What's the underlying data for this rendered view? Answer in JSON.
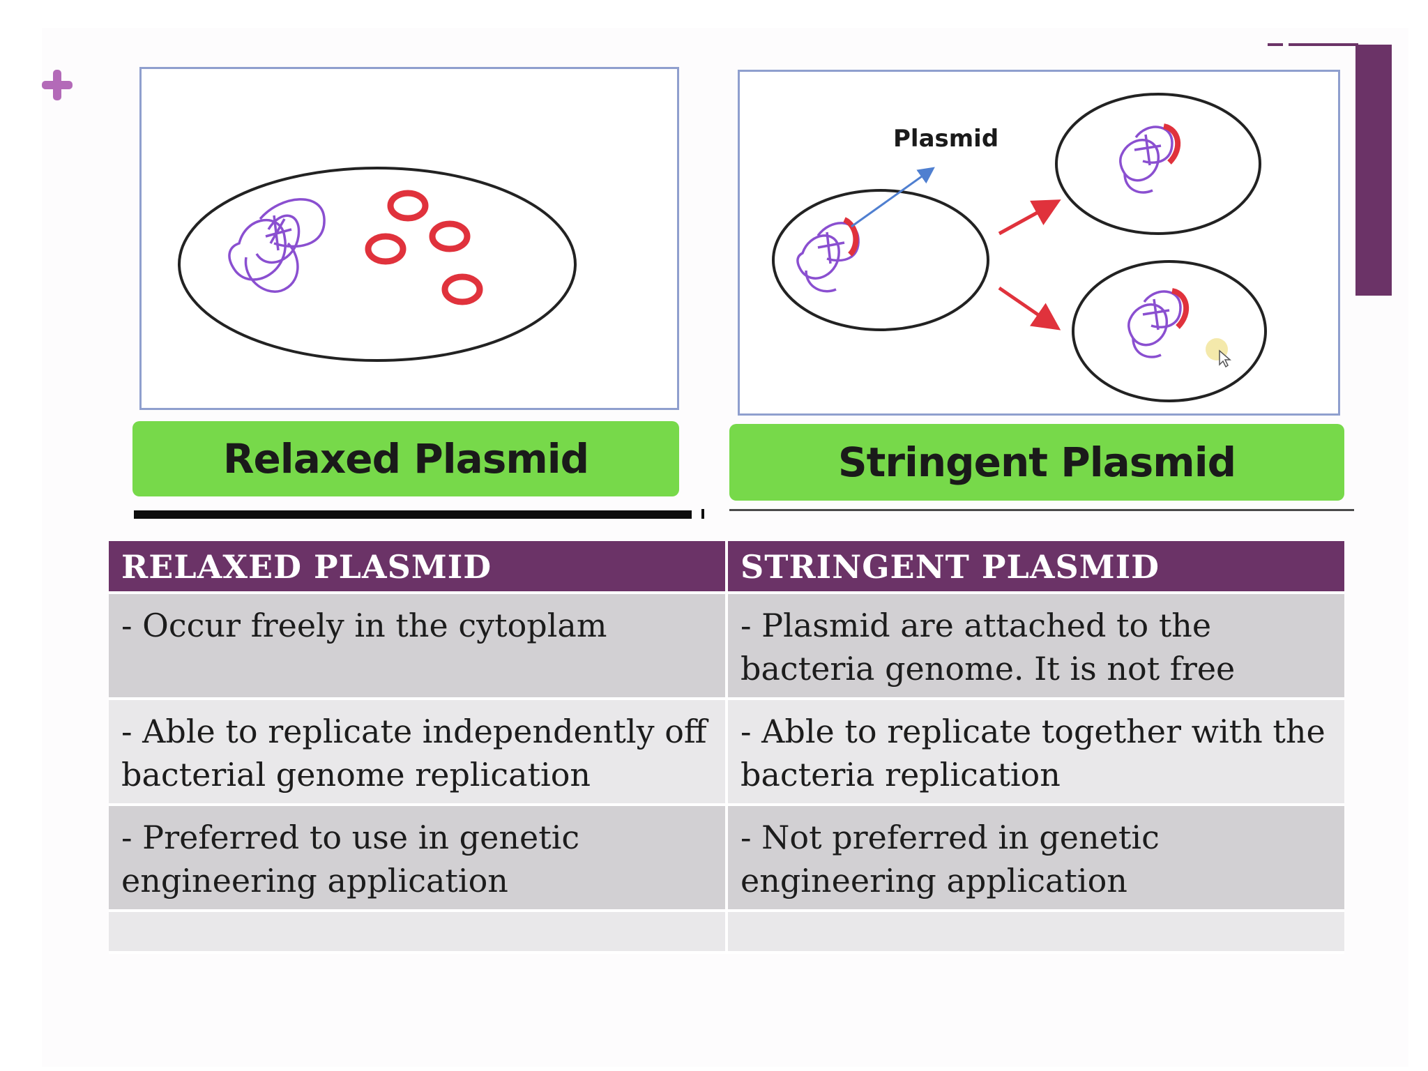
{
  "left_figure": {
    "label": "Relaxed Plasmid"
  },
  "right_figure": {
    "annotation": "Plasmid",
    "label": "Stringent Plasmid"
  },
  "table": {
    "headers": [
      "RELAXED PLASMID",
      "STRINGENT PLASMID"
    ],
    "rows": [
      [
        "- Occur freely in the cytoplam",
        "- Plasmid are attached to the bacteria genome. It is not free"
      ],
      [
        "- Able to replicate independently off bacterial genome replication",
        "- Able to replicate together with the bacteria replication"
      ],
      [
        "- Preferred to use in genetic engineering application",
        "- Not preferred in genetic engineering application"
      ],
      [
        "",
        ""
      ]
    ]
  },
  "colors": {
    "accent": "#6b3367",
    "plus": "#b36ab8",
    "label_green": "#77d94a",
    "plasmid_red": "#e0323c",
    "chromosome_purple": "#8a4fd0"
  },
  "icons": [
    "plus-icon",
    "cursor-icon"
  ]
}
